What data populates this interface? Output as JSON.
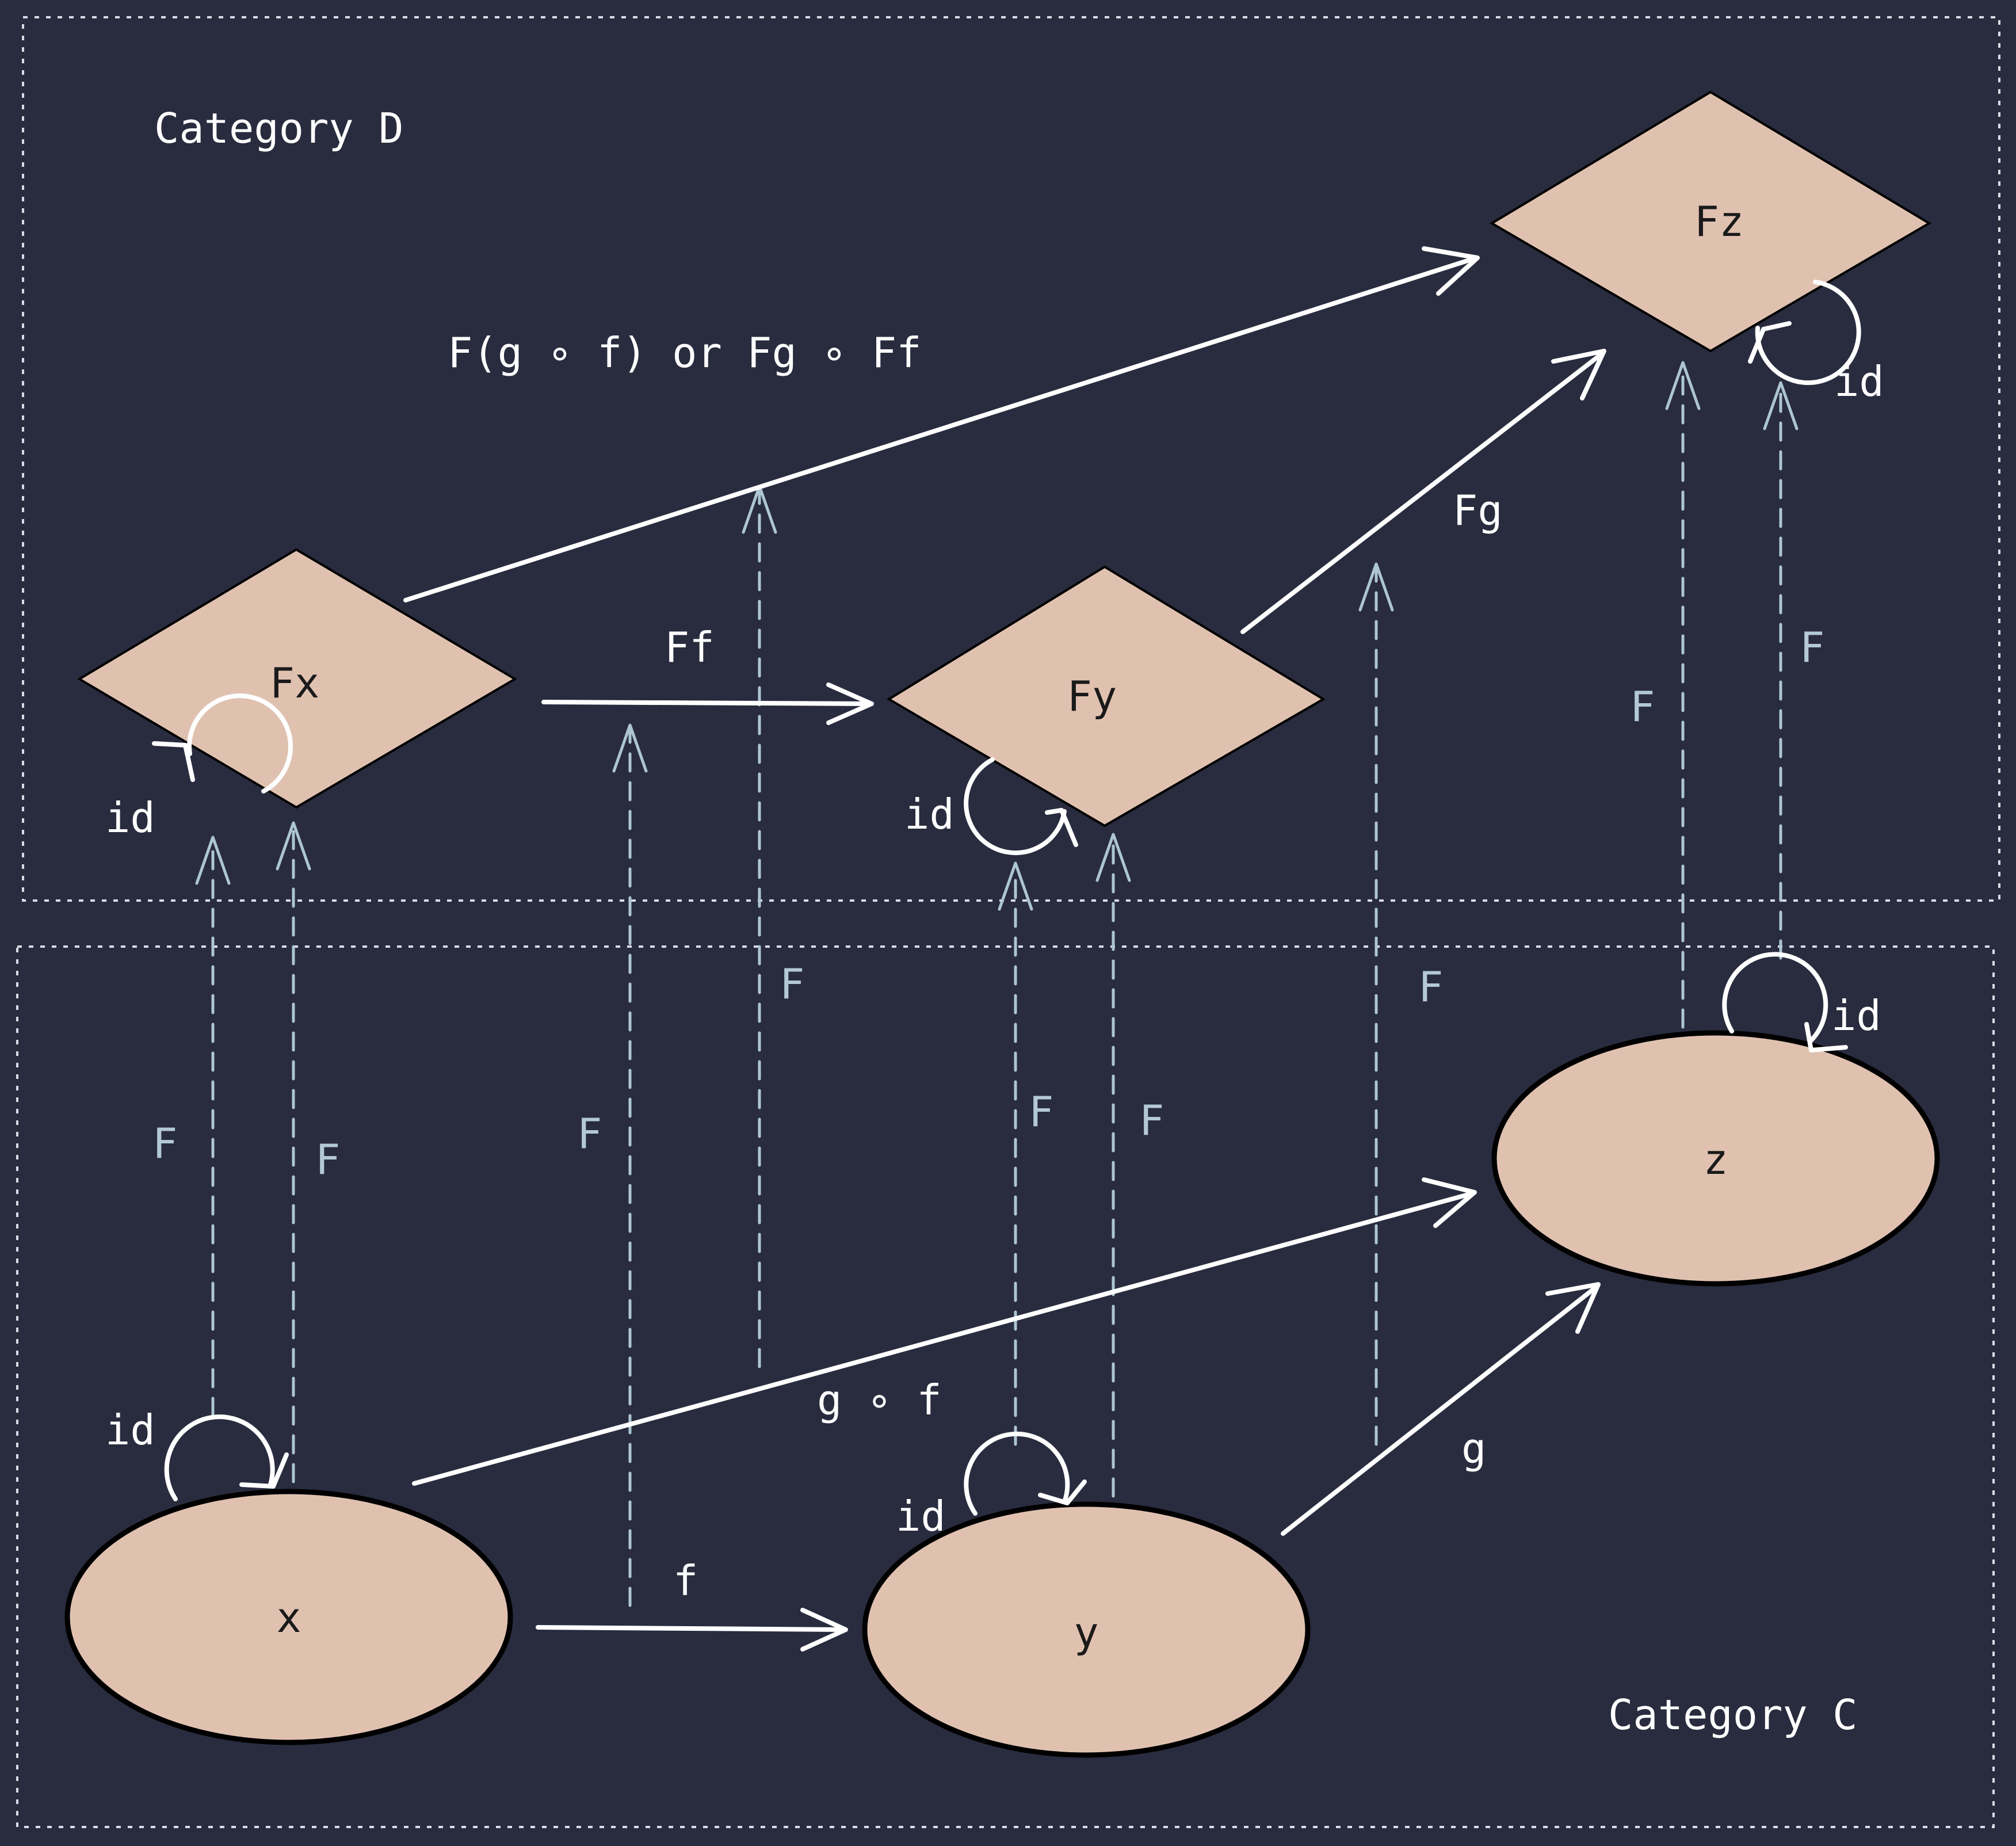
{
  "categories": {
    "d": {
      "label": "Category D"
    },
    "c": {
      "label": "Category C"
    }
  },
  "nodes": {
    "fx": "Fx",
    "fy": "Fy",
    "fz": "Fz",
    "x": "x",
    "y": "y",
    "z": "z"
  },
  "morphisms": {
    "ff": "Ff",
    "fg": "Fg",
    "fgf": "F(g ∘ f) or Fg ∘ Ff",
    "f": "f",
    "g": "g",
    "gf": "g ∘ f"
  },
  "identity": "id",
  "functor": "F",
  "colors": {
    "background": "#292c3e",
    "node_fill": "#e0c1b0",
    "arrow": "#ffffff",
    "functor_arrow": "#adc6d1"
  }
}
